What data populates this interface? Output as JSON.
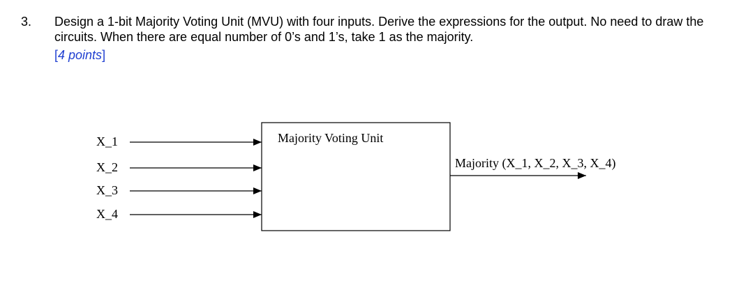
{
  "question": {
    "number": "3.",
    "text": "Design a 1-bit Majority Voting Unit (MVU) with four inputs. Derive the expressions for the output. No need to draw the circuits. When there are equal number of 0’s and 1’s, take 1 as the majority.",
    "points_open": "[",
    "points_value": "4 points",
    "points_close": "]"
  },
  "diagram": {
    "box_label": "Majority Voting Unit",
    "inputs": [
      "X_1",
      "X_2",
      "X_3",
      "X_4"
    ],
    "output_label": "Majority (X_1, X_2, X_3, X_4)"
  }
}
